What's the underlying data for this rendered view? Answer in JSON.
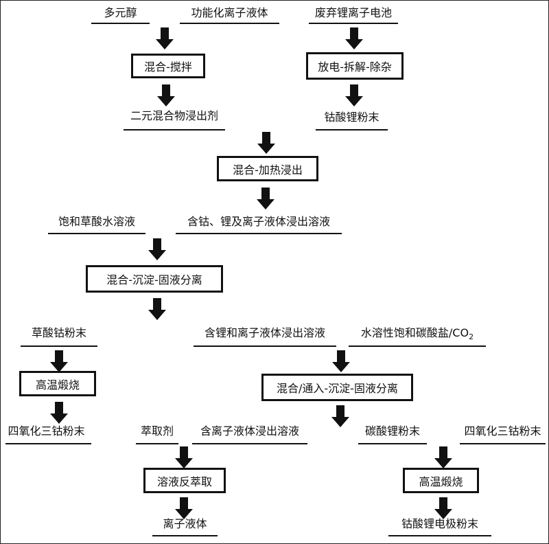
{
  "inputs": {
    "polyol": "多元醇",
    "functional_il": "功能化离子液体",
    "waste_battery": "废弃锂离子电池",
    "saturated_oxalic": "饱和草酸水溶液",
    "leach_co_li": "含钴、锂及离子液体浸出溶液",
    "cobalt_oxalate": "草酸钴粉末",
    "leach_li": "含锂和离子液体浸出溶液",
    "carbonate": "水溶性饱和碳酸盐/CO",
    "carbonate_sub": "2",
    "extractant": "萃取剂",
    "leach_il": "含离子液体浸出溶液",
    "co3o4_in": "四氧化三钴粉末"
  },
  "processes": {
    "mix_stir": "混合-搅拌",
    "discharge": "放电-拆解-除杂",
    "mix_heat": "混合-加热浸出",
    "mix_precip": "混合-沉淀-固液分离",
    "calcine_left": "高温煅烧",
    "mix_vent": "混合/通入-沉淀-固液分离",
    "back_extract": "溶液反萃取",
    "calcine_right": "高温煅烧"
  },
  "products": {
    "binary_leachant": "二元混合物浸出剂",
    "licoo2_powder": "钴酸锂粉末",
    "co3o4_out": "四氧化三钴粉末",
    "li2co3": "碳酸锂粉末",
    "ionic_liquid": "离子液体",
    "cathode_powder": "钴酸锂电极粉末"
  }
}
